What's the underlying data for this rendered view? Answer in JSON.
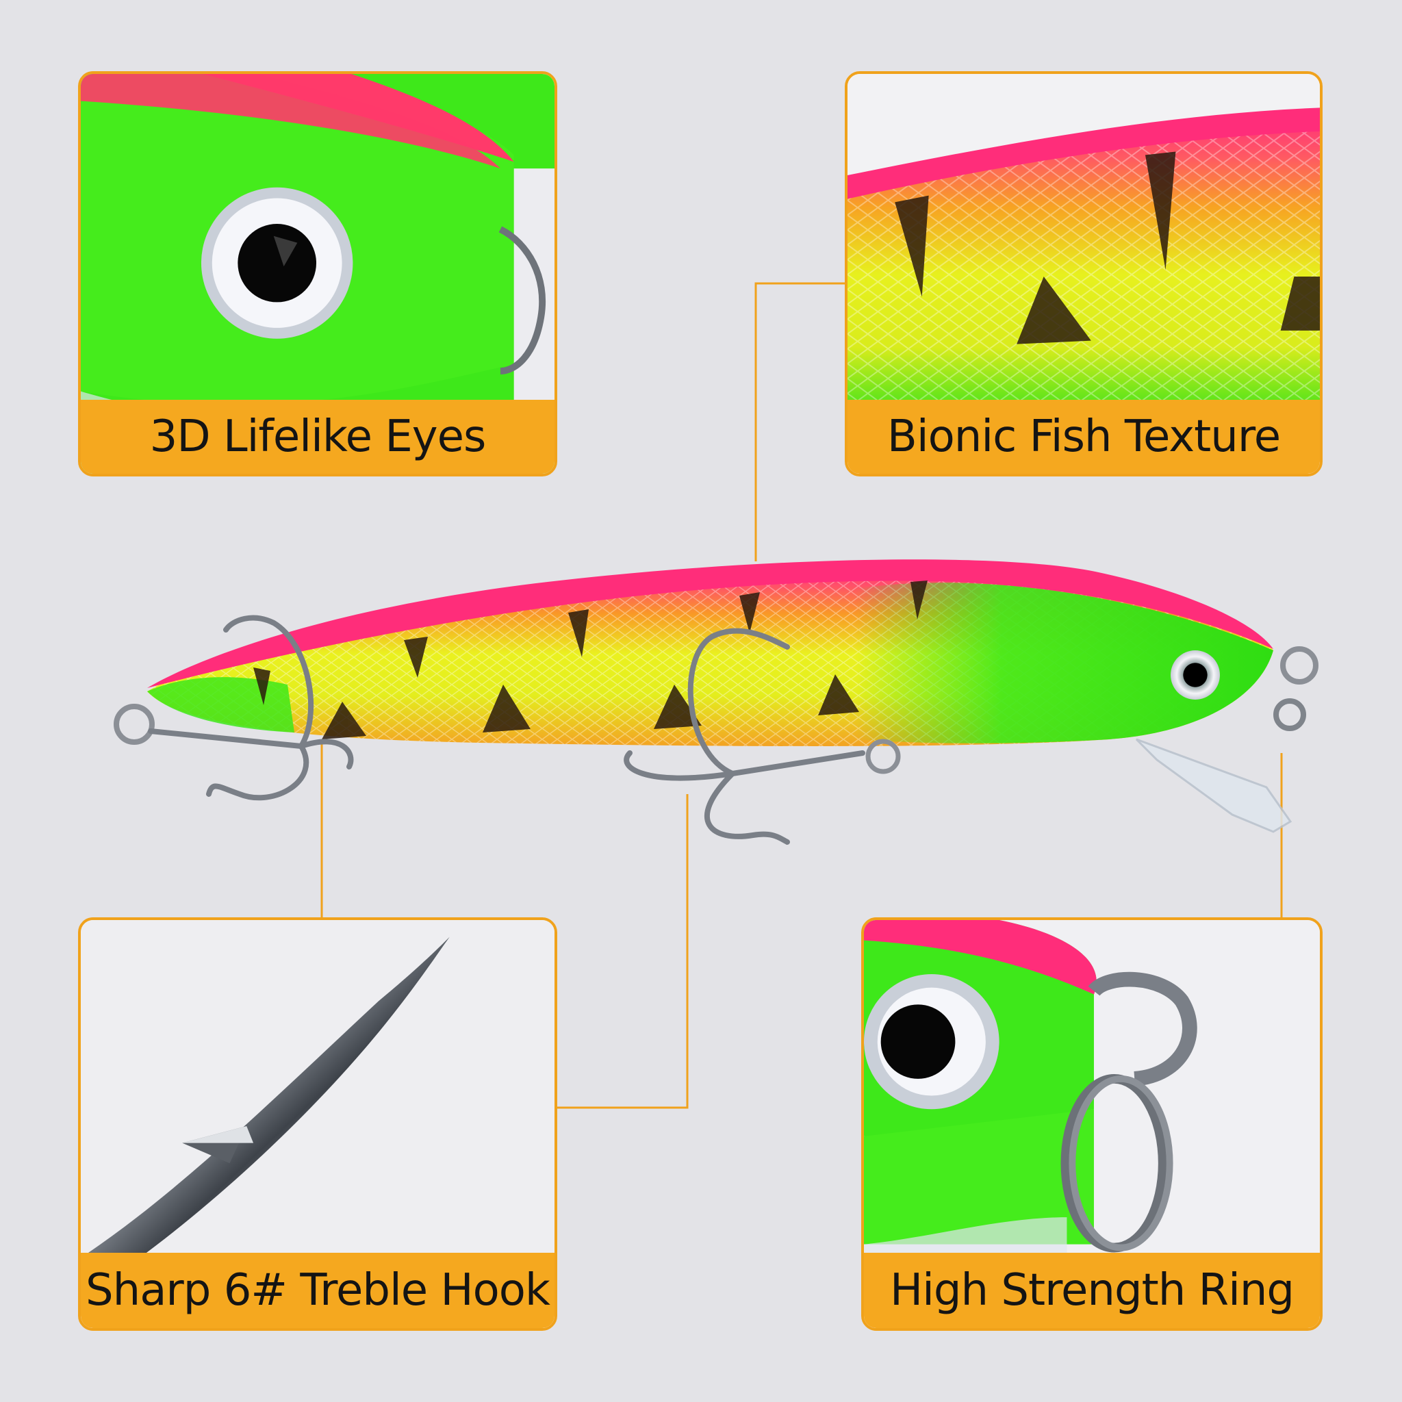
{
  "features": {
    "eyes": {
      "label": "3D Lifelike Eyes"
    },
    "texture": {
      "label": "Bionic Fish Texture"
    },
    "hook": {
      "label": "Sharp 6# Treble Hook"
    },
    "ring": {
      "label": "High Strength Ring"
    }
  },
  "colors": {
    "accent": "#f5a81f",
    "lure_green": "#3ee81a",
    "lure_yellow": "#e6f01e",
    "lure_orange": "#f7a322",
    "lure_pink": "#ff2d7a",
    "background": "#e3e3e7"
  }
}
